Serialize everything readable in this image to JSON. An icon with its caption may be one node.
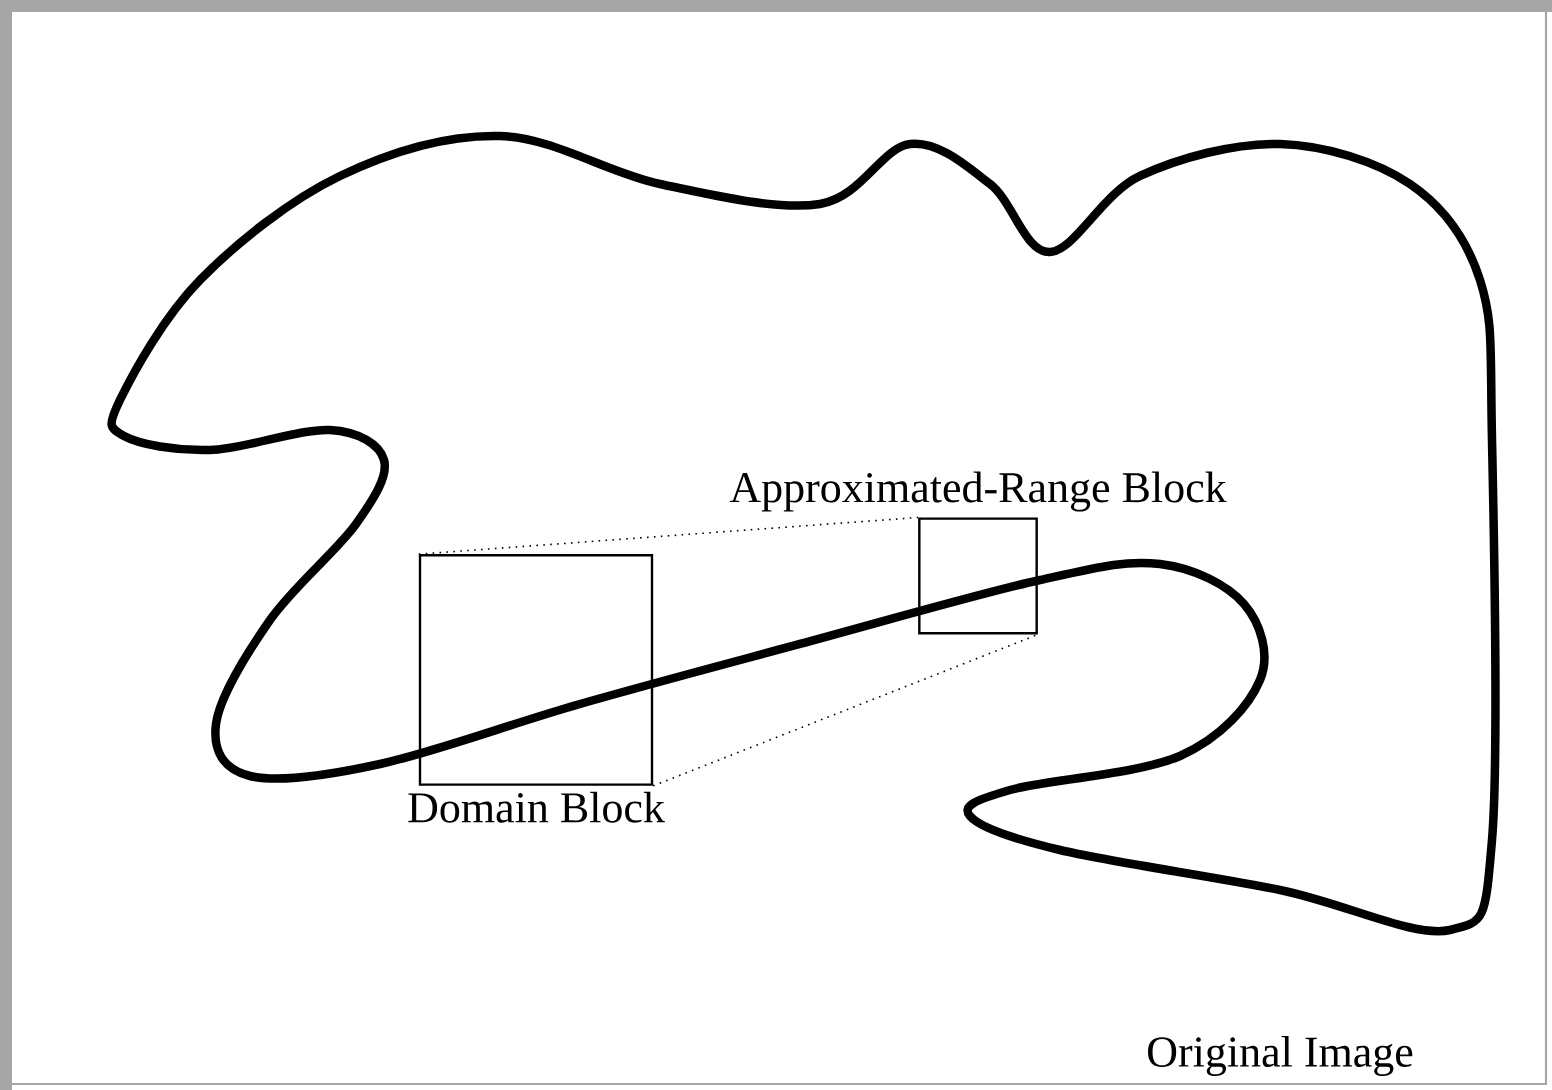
{
  "diagram": {
    "nodes": [
      {
        "text": [
          "Domain Block"
        ]
      },
      {
        "text": [
          "Approximated-Range Block"
        ]
      }
    ],
    "edges": [
      {
        "from": 0,
        "to": 1,
        "arrow": "none",
        "style": "dashed"
      },
      {
        "from": 0,
        "to": 1,
        "arrow": "none",
        "style": "dashed"
      }
    ],
    "labels": [
      "Original Image"
    ]
  }
}
